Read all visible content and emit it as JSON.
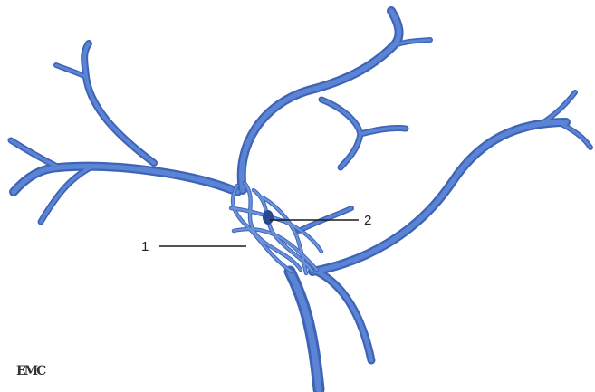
{
  "diagram": {
    "labels": {
      "label_1": "1",
      "label_2": "2"
    },
    "logo_text": "EMC",
    "colors": {
      "vessel": "#5b84d6",
      "vessel_edge": "#3e64b4",
      "background": "#ffffff",
      "leader": "#1a1a1a"
    }
  }
}
